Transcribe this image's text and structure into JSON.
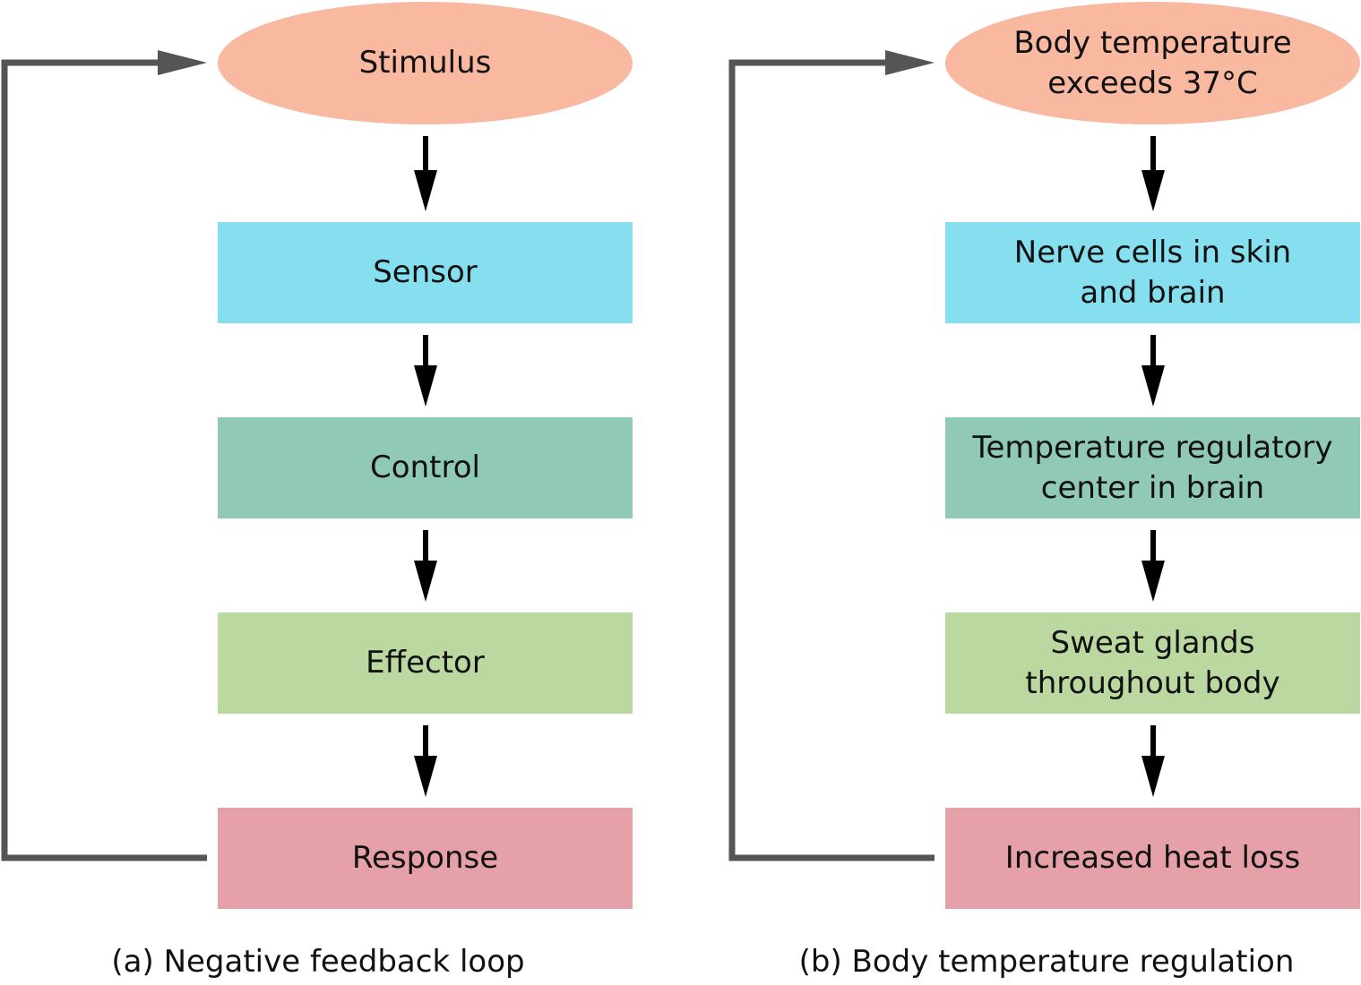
{
  "colors": {
    "stimulus": "#f8b9a0",
    "sensor": "#86dfee",
    "control": "#91c9b8",
    "effector": "#bbd8a0",
    "response": "#e6a0a8",
    "arrow": "#000000",
    "loop": "#555555"
  },
  "panel_a": {
    "stimulus": "Stimulus",
    "sensor": "Sensor",
    "control": "Control",
    "effector": "Effector",
    "response": "Response",
    "caption": "(a) Negative feedback loop"
  },
  "panel_b": {
    "stimulus": "Body temperature\nexceeds 37°C",
    "sensor": "Nerve cells in skin\nand brain",
    "control": "Temperature regulatory\ncenter in brain",
    "effector": "Sweat glands\nthroughout body",
    "response": "Increased heat loss",
    "caption": "(b) Body temperature regulation"
  }
}
